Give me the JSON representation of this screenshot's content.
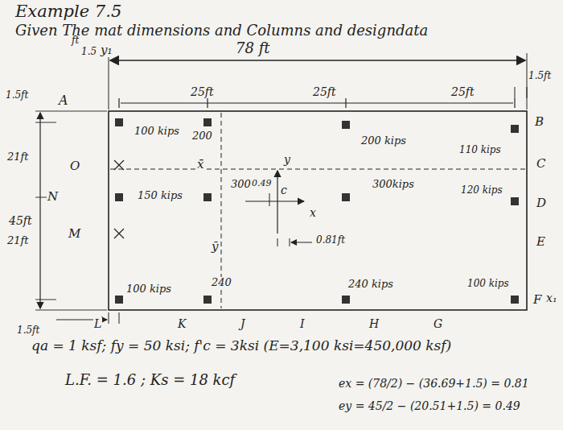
{
  "diagram": {
    "title": "Example 7.5",
    "labels": [
      "Given The mat dimensions and Columns and designdata",
      "ft",
      "1.5",
      "y₁",
      "78 ft",
      "1.5ft",
      "A",
      "25ft",
      "25ft",
      "25ft",
      "1.5ft",
      "B",
      "100 kips",
      "200",
      "200 kips",
      "110 kips",
      "C",
      "21ft",
      "O",
      "x̄",
      "y",
      "0.49",
      "c",
      "300",
      "300kips",
      "N",
      "150 kips",
      "120 kips",
      "D",
      "45ft",
      "x",
      "21ft",
      "M",
      "ȳ",
      "0.81ft",
      "E",
      "100 kips",
      "240",
      "240 kips",
      "100 kips",
      "F",
      "x₁",
      "1.5ft",
      "L",
      "K",
      "J",
      "I",
      "H",
      "G",
      "qa = 1 ksf; fy = 50 ksi; f'c = 3ksi (E=3,100 ksi=450,000 ksf)",
      "L.F. = 1.6 ; Ks = 18 kcf",
      "ex = (78/2) − (36.69+1.5) = 0.81",
      "ey = 45/2 − (20.51+1.5) = 0.49"
    ]
  }
}
